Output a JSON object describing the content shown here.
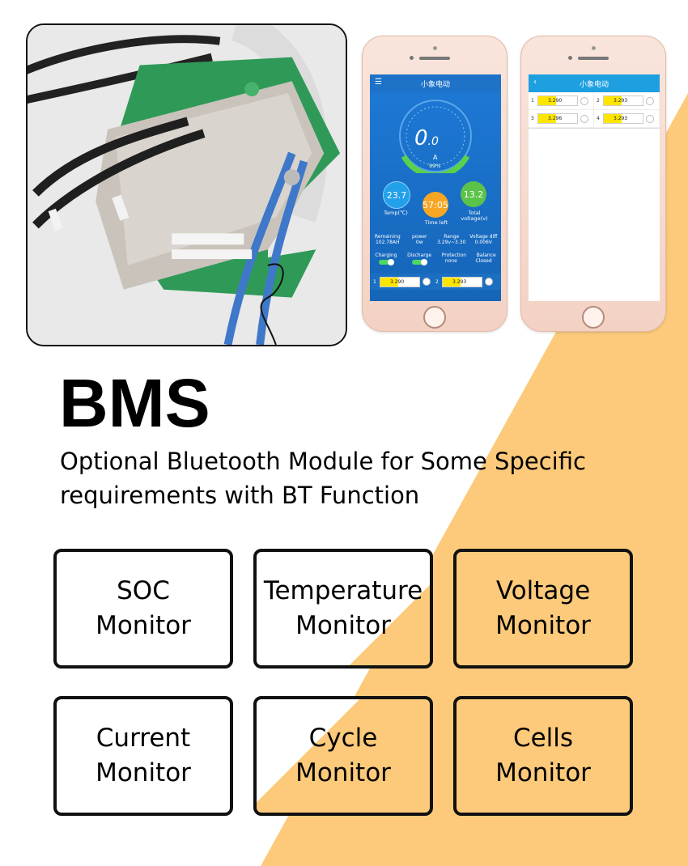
{
  "title": "BMS",
  "subtitle": "Optional Bluetooth Module for Some Specific requirements with BT Function",
  "colors": {
    "accent_orange": "#fcca7a",
    "app_blue": "#1e73c8",
    "header_blue": "#1ea0e0"
  },
  "features": [
    {
      "line1": "SOC",
      "line2": "Monitor"
    },
    {
      "line1": "Temperature",
      "line2": "Monitor"
    },
    {
      "line1": "Voltage",
      "line2": "Monitor"
    },
    {
      "line1": "Current",
      "line2": "Monitor"
    },
    {
      "line1": "Cycle",
      "line2": "Monitor"
    },
    {
      "line1": "Cells",
      "line2": "Monitor"
    }
  ],
  "phone1": {
    "app_title": "小象电动",
    "menu_icon": "menu-icon",
    "current_value": "0",
    "current_decimal": ".0",
    "current_unit": "A",
    "soc_label": "99%",
    "temp_value": "23.7",
    "temp_label": "Temp(℃)",
    "time_value": "57:05",
    "time_label": "Time left",
    "voltage_value": "13.2",
    "voltage_label": "Total voltage(v)",
    "stats_headers": [
      "Remaining",
      "power",
      "Range",
      "Voltage diff"
    ],
    "stats_values": [
      "102.78AH",
      "0w",
      "3.29v~3.30",
      "0.006V"
    ],
    "toggle_headers": [
      "Charging",
      "Discharge",
      "Protection",
      "Balance"
    ],
    "toggle_values": [
      "",
      "",
      "none",
      "Closed"
    ],
    "cells": [
      {
        "idx": "1",
        "value": "3.290"
      },
      {
        "idx": "2",
        "value": "3.293"
      }
    ]
  },
  "phone2": {
    "app_title": "小象电动",
    "back_icon": "back-chevron-icon",
    "cells": [
      {
        "idx": "1",
        "value": "3.290"
      },
      {
        "idx": "2",
        "value": "3.293"
      },
      {
        "idx": "3",
        "value": "3.296"
      },
      {
        "idx": "4",
        "value": "3.293"
      }
    ]
  }
}
